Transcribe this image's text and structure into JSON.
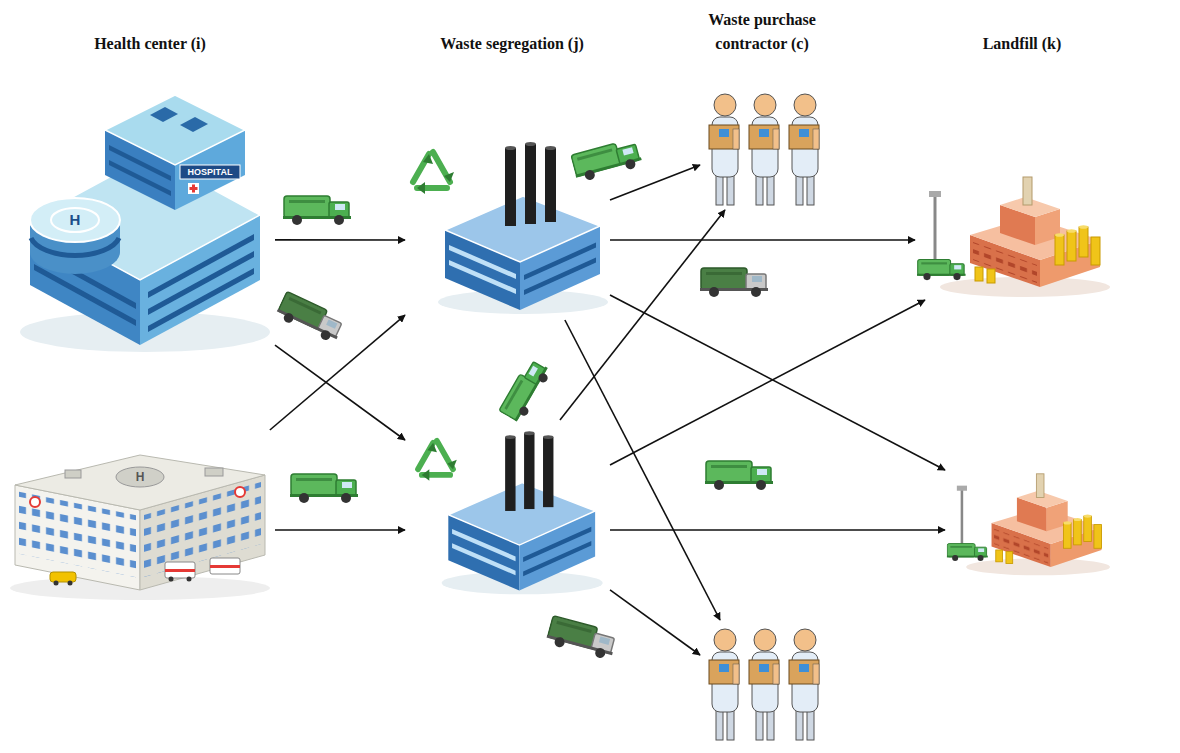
{
  "diagram": {
    "nodes": [
      {
        "text": [
          "H",
          "HOSPITAL"
        ]
      },
      {
        "text": [
          "H"
        ]
      },
      {
        "text": []
      },
      {
        "text": []
      },
      {
        "text": []
      },
      {
        "text": []
      },
      {
        "text": []
      },
      {
        "text": []
      }
    ],
    "edges": [
      {
        "from": 0,
        "to": 2,
        "arrow": "to"
      },
      {
        "from": 0,
        "to": 3,
        "arrow": "to"
      },
      {
        "from": 1,
        "to": 2,
        "arrow": "to"
      },
      {
        "from": 1,
        "to": 3,
        "arrow": "to"
      },
      {
        "from": 2,
        "to": 4,
        "arrow": "to"
      },
      {
        "from": 2,
        "to": 6,
        "arrow": "to"
      },
      {
        "from": 2,
        "to": 7,
        "arrow": "to"
      },
      {
        "from": 2,
        "to": 5,
        "arrow": "to"
      },
      {
        "from": 3,
        "to": 4,
        "arrow": "to"
      },
      {
        "from": 3,
        "to": 6,
        "arrow": "to"
      },
      {
        "from": 3,
        "to": 7,
        "arrow": "to"
      },
      {
        "from": 3,
        "to": 5,
        "arrow": "to"
      }
    ],
    "labels": [
      "Health center (i)",
      "Waste segregation (j)",
      "Waste purchase contractor (c)",
      "Landfill (k)"
    ]
  }
}
